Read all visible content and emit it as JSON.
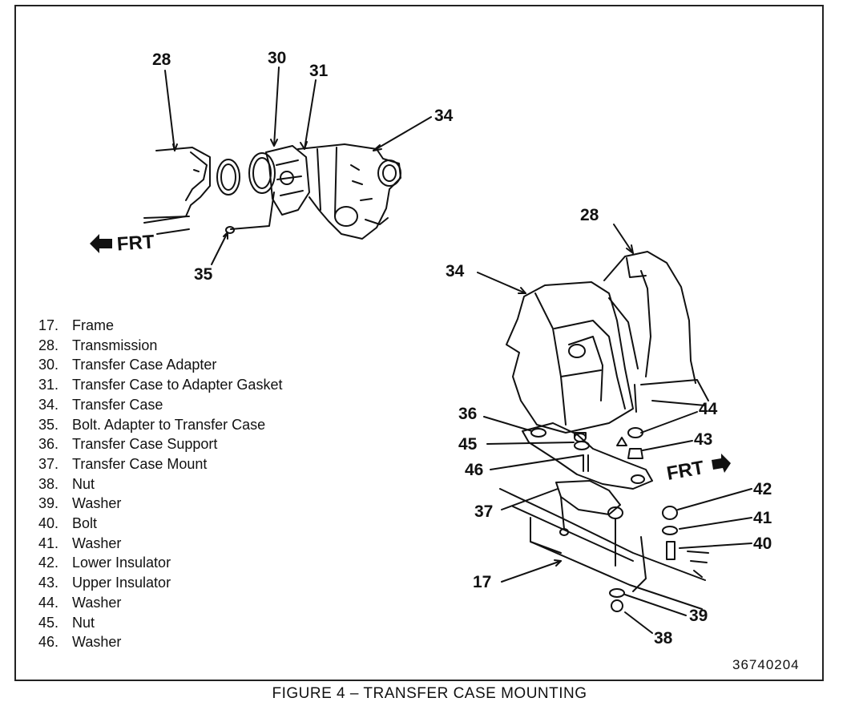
{
  "callouts_top": {
    "c28": "28",
    "c30": "30",
    "c31": "31",
    "c34": "34",
    "c35": "35"
  },
  "callouts_bottom": {
    "c28": "28",
    "c34": "34",
    "c36": "36",
    "c45": "45",
    "c46": "46",
    "c37": "37",
    "c17": "17",
    "c44": "44",
    "c43": "43",
    "c42": "42",
    "c41": "41",
    "c40": "40",
    "c39": "39",
    "c38": "38"
  },
  "frt_labels": {
    "top": "FRT",
    "bottom": "FRT"
  },
  "legend": [
    {
      "num": "17.",
      "label": "Frame"
    },
    {
      "num": "28.",
      "label": "Transmission"
    },
    {
      "num": "30.",
      "label": "Transfer Case Adapter"
    },
    {
      "num": "31.",
      "label": "Transfer Case to Adapter Gasket"
    },
    {
      "num": "34.",
      "label": "Transfer Case"
    },
    {
      "num": "35.",
      "label": "Bolt. Adapter to Transfer Case"
    },
    {
      "num": "36.",
      "label": "Transfer Case Support"
    },
    {
      "num": "37.",
      "label": "Transfer Case Mount"
    },
    {
      "num": "38.",
      "label": "Nut"
    },
    {
      "num": "39.",
      "label": "Washer"
    },
    {
      "num": "40.",
      "label": "Bolt"
    },
    {
      "num": "41.",
      "label": "Washer"
    },
    {
      "num": "42.",
      "label": "Lower Insulator"
    },
    {
      "num": "43.",
      "label": "Upper Insulator"
    },
    {
      "num": "44.",
      "label": "Washer"
    },
    {
      "num": "45.",
      "label": "Nut"
    },
    {
      "num": "46.",
      "label": "Washer"
    }
  ],
  "figure_id": "36740204",
  "caption": "FIGURE 4 – TRANSFER CASE MOUNTING",
  "colors": {
    "ink": "#111111",
    "paper": "#ffffff"
  }
}
